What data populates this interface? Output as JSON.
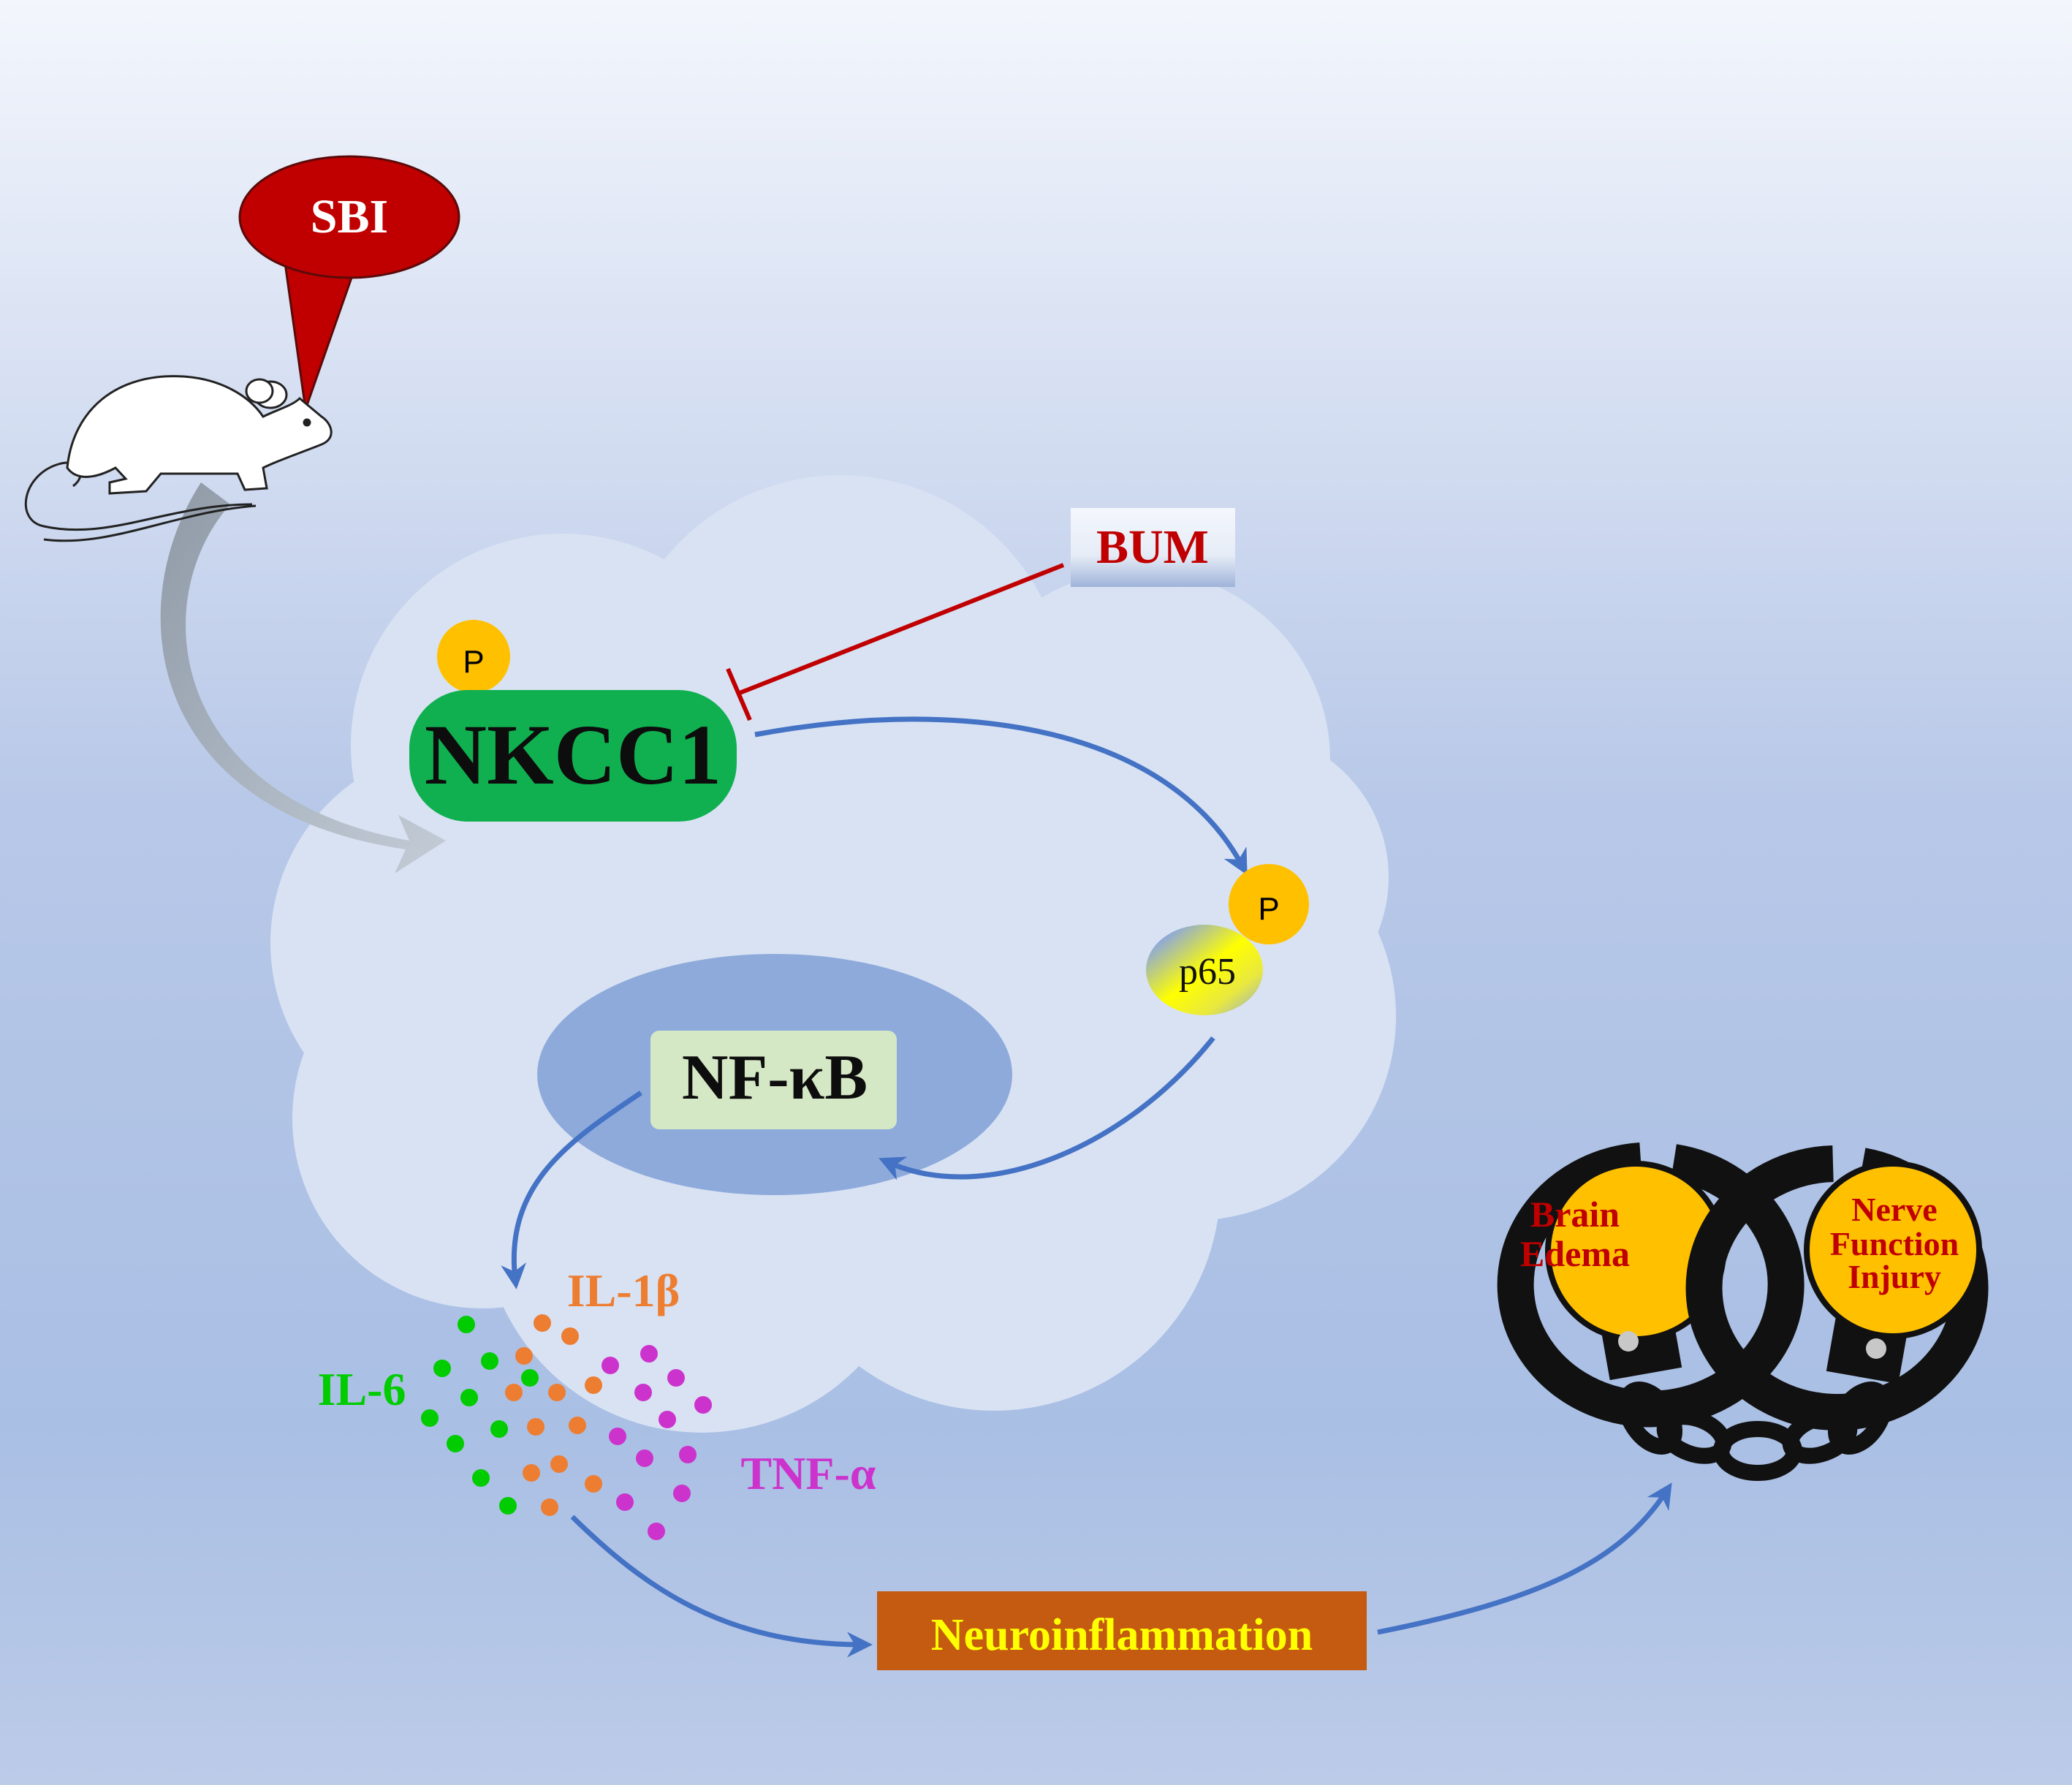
{
  "labels": {
    "sbi": "SBI",
    "bum": "BUM",
    "nkcc1": "NKCC1",
    "p_nkcc1": "P",
    "p_p65": "P",
    "p65": "p65",
    "nfkb": "NF-κB",
    "il1b": "IL-1β",
    "il6": "IL-6",
    "tnfa": "TNF-α",
    "neuroinflammation": "Neuroinflammation",
    "brain_edema_line1": "Brain",
    "brain_edema_line2": "Edema",
    "nerve_line1": "Nerve",
    "nerve_line2": "Function",
    "nerve_line3": "Injury"
  },
  "colors": {
    "sbi_red": "#c00000",
    "nkcc1_green": "#10b050",
    "phospho_orange": "#ffc000",
    "arrow_blue": "#4472c4",
    "inhibit_red": "#c00000",
    "nucleus": "#8eaadb",
    "nfkb_box": "#d5e8c5",
    "neuro_box": "#c55a11",
    "neuro_text": "#ffff00",
    "il1b_orange": "#ed7d31",
    "il6_green": "#00cc00",
    "tnfa_magenta": "#cc33cc",
    "cuff_black": "#111111",
    "cuff_text": "#c00000"
  },
  "icons": [
    "rat-icon",
    "handcuffs-icon"
  ]
}
